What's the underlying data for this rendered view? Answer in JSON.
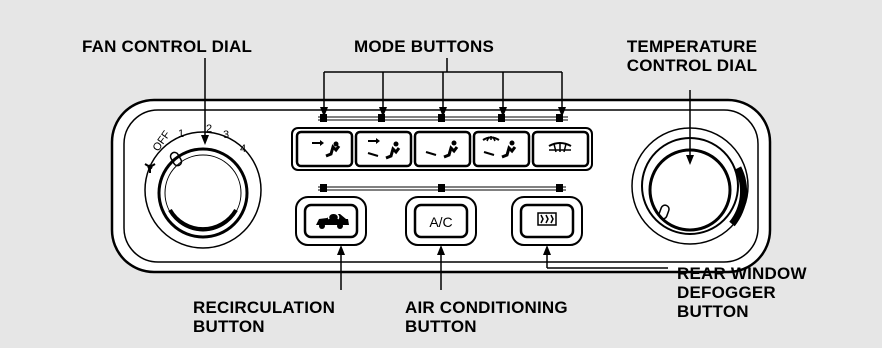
{
  "labels": {
    "fan_control_dial": "FAN CONTROL DIAL",
    "mode_buttons": "MODE BUTTONS",
    "temperature_line1": "TEMPERATURE",
    "temperature_line2": "CONTROL DIAL",
    "recirculation_line1": "RECIRCULATION",
    "recirculation_line2": "BUTTON",
    "air_conditioning_line1": "AIR CONDITIONING",
    "air_conditioning_line2": "BUTTON",
    "rear_window_line1": "REAR WINDOW",
    "rear_window_line2": "DEFOGGER",
    "rear_window_line3": "BUTTON"
  },
  "fan_dial": {
    "scale": [
      "OFF",
      "1",
      "2",
      "3",
      "4"
    ]
  },
  "ac_button": {
    "label": "A/C"
  },
  "mode_button_icons": [
    "vent-mode-icon",
    "bilevel-mode-icon",
    "floor-mode-icon",
    "floor-defrost-mode-icon",
    "windshield-defrost-mode-icon"
  ],
  "icons": {
    "fan": "fan-icon",
    "recirculation": "recirculation-car-icon",
    "rear_defogger": "rear-defogger-icon"
  },
  "colors": {
    "background": "#e6e6e6",
    "panel": "#ffffff",
    "line": "#000000"
  }
}
